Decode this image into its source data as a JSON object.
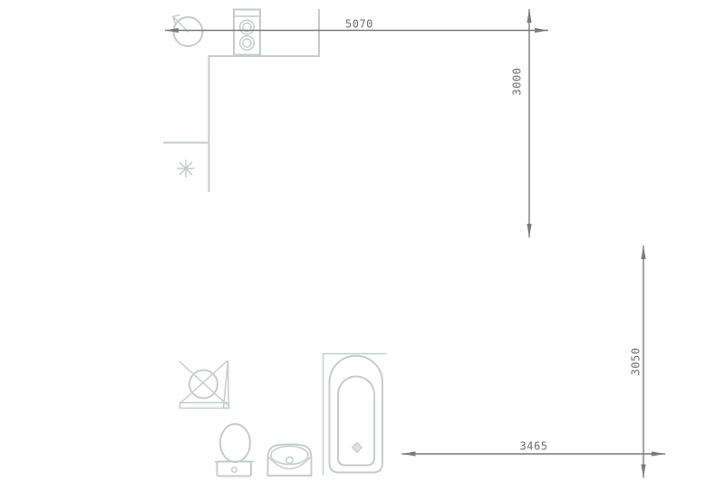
{
  "plan": {
    "type": "floor-plan-drawing",
    "colors": {
      "background": "#ffffff",
      "fixture_line": "#c8cbce",
      "dimension_line": "#7b7b7b",
      "dimension_text": "#6f6f6f"
    },
    "fixtures": [
      "round-sink-with-tap",
      "two-ring-stove",
      "ceiling-light-symbol",
      "shower-tray",
      "toilet",
      "wash-basin",
      "bathtub"
    ],
    "dimensions": {
      "top_width": {
        "label": "5070"
      },
      "right_upper_height": {
        "label": "3000"
      },
      "right_lower_height": {
        "label": "3050"
      },
      "bottom_width": {
        "label": "3465"
      }
    }
  }
}
